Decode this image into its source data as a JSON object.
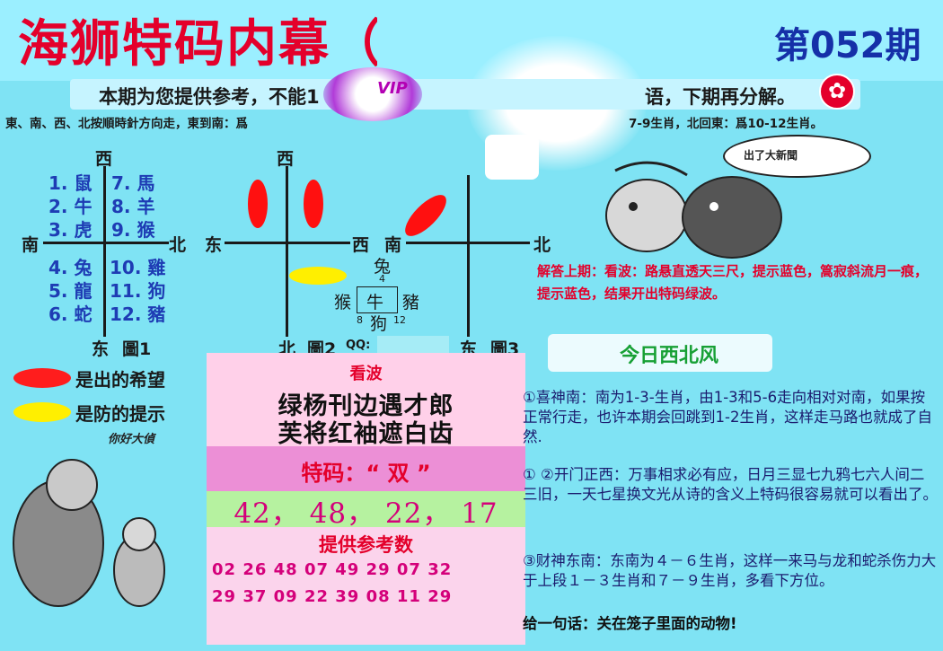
{
  "header": {
    "title": "海狮特码内幕（",
    "issue": "第052期",
    "logo_text": "VIP"
  },
  "notice": {
    "part1": "本期为您提供参考，不能1",
    "part2": "语，下期再分解。"
  },
  "rule": {
    "part1": "東、南、西、北按順時針方向走，東到南：爲",
    "part2": "7-9生肖，北回東：爲10-12生肖。"
  },
  "diagram1": {
    "dir_top": "西",
    "dir_left": "南",
    "dir_right": "北",
    "dir_bottom": "东",
    "caption": "圖1",
    "quad_top_left": [
      "1. 鼠",
      "2. 牛",
      "3. 虎"
    ],
    "quad_top_right": [
      "7. 馬",
      "8. 羊",
      "9. 猴"
    ],
    "quad_bottom_left": [
      "4. 兔",
      "5. 龍",
      "6. 蛇"
    ],
    "quad_bottom_right": [
      "10. 雞",
      "11. 狗",
      "12. 豬"
    ]
  },
  "diagram2": {
    "dir_top": "西",
    "dir_left": "东",
    "dir_right": "西",
    "dir_bottom": "北",
    "caption": "圖2",
    "qq_label": "QQ:"
  },
  "diagram3": {
    "dir_left": "南",
    "dir_right": "北",
    "dir_bottom": "东",
    "caption": "圖3"
  },
  "cross": {
    "top": "兔",
    "top_num": "4",
    "left": "猴",
    "center": "牛",
    "right": "豬",
    "bottom": "狗",
    "left_num": "8",
    "right_num": "12"
  },
  "legend": {
    "red_label": "是出的希望",
    "yellow_label": "是防的提示"
  },
  "cartoon": {
    "hello": "你好大偵",
    "speech": "出了大新聞"
  },
  "answer": {
    "text": "解答上期：看波：路悬直透天三尺，提示蓝色，篙寂斜流月一痕，提示蓝色，结果开出特码绿波。"
  },
  "panel": {
    "kanbo": "看波",
    "poem_line1": "绿杨刊边遇才郎",
    "poem_line2": "芙将红袖遮白齿",
    "tema": "特码：“ 双 ”",
    "numbers": "42， 48， 22， 17",
    "ref_title": "提供参考数",
    "ref_row1": "02 26 48 07 49 29 07 32",
    "ref_row2": "29 37 09 22 39 08 11 29"
  },
  "right": {
    "wind": "今日西北风",
    "para1": "①喜神南：南为1-3-生肖，由1-3和5-6走向相对对南，如果按正常行走，也许本期会回跳到1-2生肖，这样走马路也就成了自然.",
    "para2": "①  ②开门正西：万事相求必有应，日月三显七九鸦七六人间二三旧，一天七星换文光从诗的含义上特码很容易就可以看出了。",
    "para3": "③财神东南：东南为４－６生肖，这样一来马与龙和蛇杀伤力大于上段１－３生肖和７－９生肖，多看下方位。",
    "para4": "给一句话：关在笼子里面的动物!"
  },
  "colors": {
    "title_red": "#e4002b",
    "issue_blue": "#1530a8",
    "background": "#7fe3f4",
    "wind_green": "#17a035"
  }
}
